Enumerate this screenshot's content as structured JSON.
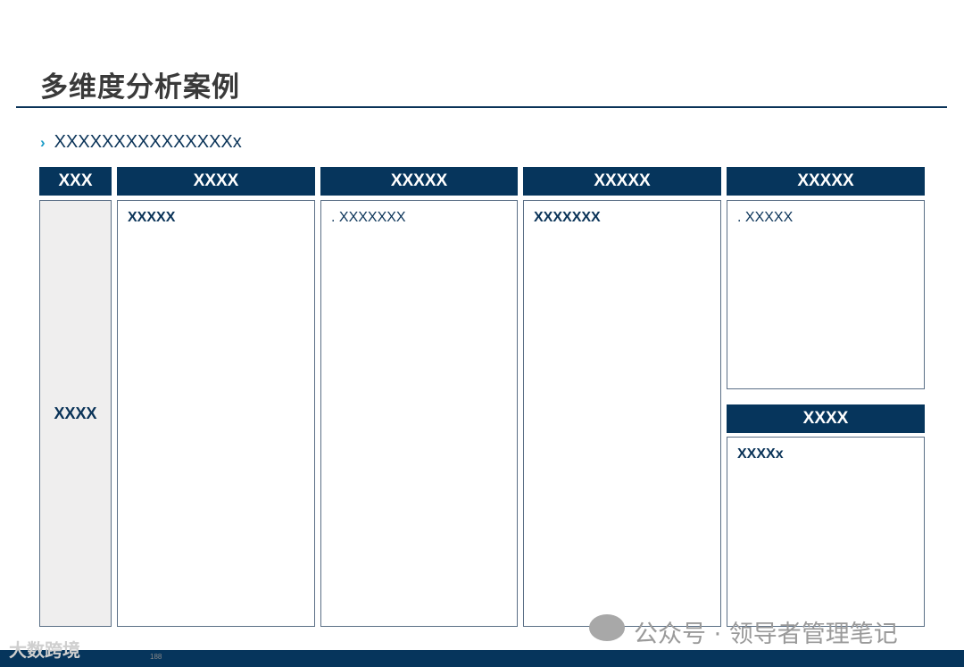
{
  "title": "多维度分析案例",
  "bullet": "XXXXXXXXXXXXXXXx",
  "headers": [
    "XXX",
    "XXXX",
    "XXXXX",
    "XXXXX",
    "XXXXX"
  ],
  "row_label": "XXXX",
  "cells": [
    "XXXXX",
    ". XXXXXXX",
    "XXXXXXX",
    ". XXXXX"
  ],
  "sub_header": "XXXX",
  "sub_cell": "XXXXx",
  "watermark": "公众号 · 领导者管理笔记",
  "logo": "大数跨境",
  "page_number": "188",
  "colors": {
    "navy": "#06355c",
    "accent": "#1a9bc7",
    "side_bg": "#efeeee"
  }
}
